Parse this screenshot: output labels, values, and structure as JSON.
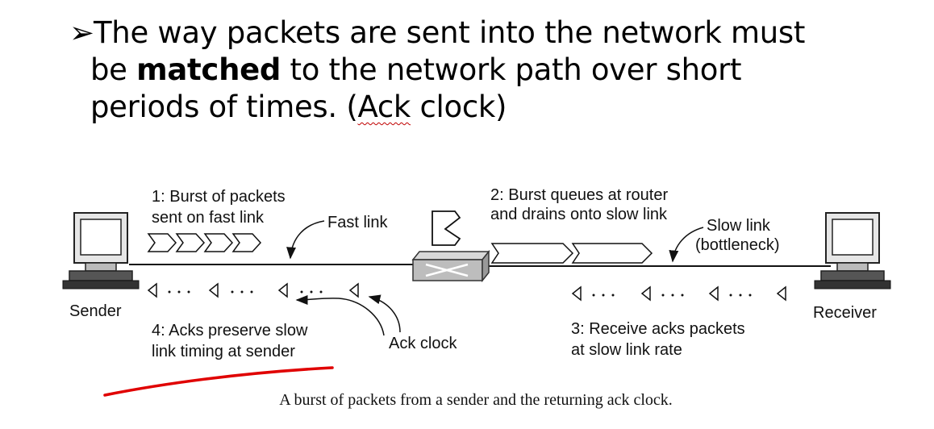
{
  "title": {
    "bullet": "➢",
    "line1": "The way packets are sent into the network must",
    "line2_pre": "be ",
    "line2_bold": "matched",
    "line2_post": " to the network path over short",
    "line3_pre": "periods of times. (",
    "line3_squiggle": "Ack",
    "line3_post": " clock)"
  },
  "diagram": {
    "step1": [
      "1: Burst of packets",
      "sent on fast link"
    ],
    "fast_link": "Fast link",
    "step2": [
      "2: Burst queues at router",
      "and drains onto slow link"
    ],
    "slow_link": [
      "Slow link",
      "(bottleneck)"
    ],
    "sender": "Sender",
    "receiver": "Receiver",
    "step4": [
      "4: Acks preserve slow",
      "link timing at sender"
    ],
    "ack_clock": "Ack clock",
    "step3": [
      "3: Receive acks packets",
      "at slow link rate"
    ],
    "caption": "A burst of packets from a sender and the returning ack clock."
  },
  "colors": {
    "annotation": "#e00000",
    "spellcheck": "#c00000"
  }
}
